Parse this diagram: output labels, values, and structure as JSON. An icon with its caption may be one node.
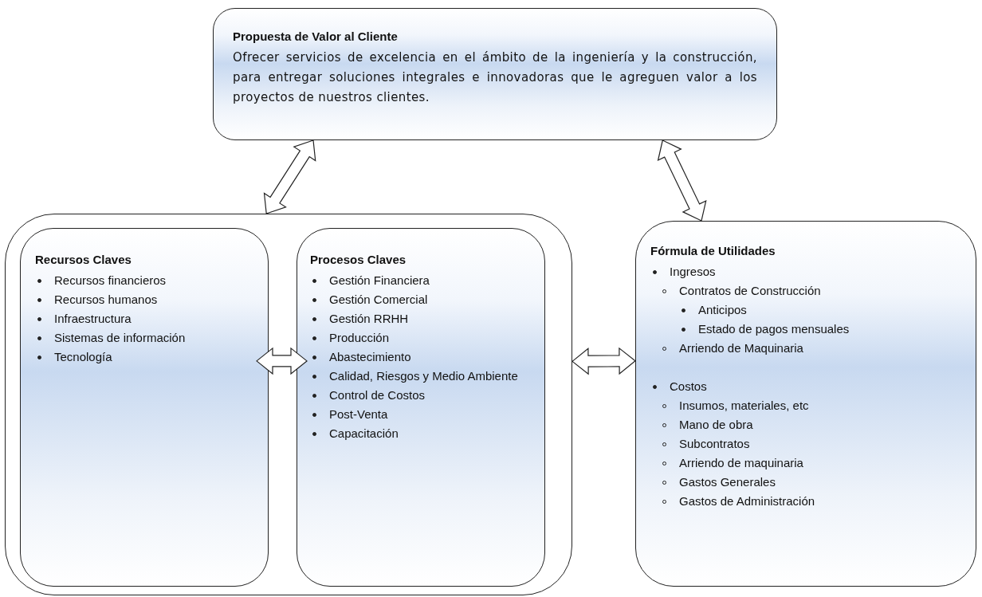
{
  "diagram": {
    "nodes": [
      {
        "text": [
          "Propuesta de Valor al Cliente",
          "Ofrecer servicios de excelencia en el ámbito de la ingeniería y la construcción, para entregar soluciones integrales e innovadoras que le agreguen valor a los proyectos de nuestros clientes."
        ]
      },
      {
        "text": [],
        "shape": "box"
      },
      {
        "text": [
          "Recursos Claves",
          "Recursos financieros",
          "Recursos humanos",
          "Infraestructura",
          "Sistemas de información",
          "Tecnología"
        ],
        "in": 1
      },
      {
        "text": [
          "Procesos Claves",
          "Gestión Financiera",
          "Gestión Comercial",
          "Gestión RRHH",
          "Producción",
          "Abastecimiento",
          "Calidad, Riesgos y Medio Ambiente",
          "Control de Costos",
          "Post-Venta",
          "Capacitación"
        ],
        "in": 1
      },
      {
        "text": [
          "Fórmula de Utilidades",
          "Ingresos",
          "Contratos de Construcción",
          "Anticipos",
          "Estado de pagos mensuales",
          "Arriendo de Maquinaria",
          "Costos",
          "Insumos, materiales, etc",
          "Mano de obra",
          "Subcontratos",
          "Arriendo de maquinaria",
          "Gastos Generales",
          "Gastos de Administración"
        ]
      }
    ],
    "edges": [
      {
        "from": 0,
        "to": 1,
        "arrow": "both"
      },
      {
        "from": 0,
        "to": 4,
        "arrow": "both"
      },
      {
        "from": 2,
        "to": 3,
        "arrow": "both"
      },
      {
        "from": 1,
        "to": 4,
        "arrow": "both"
      }
    ]
  }
}
